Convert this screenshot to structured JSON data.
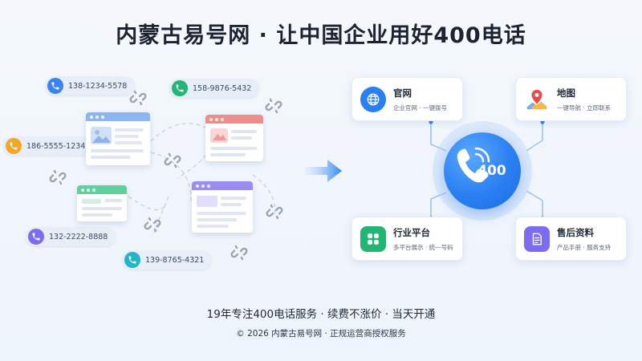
{
  "title": "内蒙古易号网 · 让中国企业用好400电话",
  "phones": [
    {
      "number": "138-1234-5578",
      "color": "#3b82f6"
    },
    {
      "number": "158-9876-5432",
      "color": "#22b573"
    },
    {
      "number": "186-5555-1234",
      "color": "#f5a623"
    },
    {
      "number": "132-2222-8888",
      "color": "#7c6cf2"
    },
    {
      "number": "139-8765-4321",
      "color": "#22b5c9"
    }
  ],
  "hub": {
    "label": "400",
    "color": "#2a7ff2"
  },
  "features": [
    {
      "name": "官网",
      "desc": "企业官网 · 一键拨号",
      "icon": "globe-icon",
      "color": "#2a7ff2"
    },
    {
      "name": "地图",
      "desc": "一键导航 · 立即联系",
      "icon": "map-pin-icon",
      "color": "#e94b4b"
    },
    {
      "name": "行业平台",
      "desc": "多平台展示 · 统一号码",
      "icon": "grid-icon",
      "color": "#22b573"
    },
    {
      "name": "售后资料",
      "desc": "产品手册 · 服务支持",
      "icon": "document-icon",
      "color": "#7c6cf2"
    }
  ],
  "footer": {
    "main": "19年专注400电话服务 · 续费不涨价 · 当天开通",
    "sub": "© 2026 内蒙古易号网 · 正规运营商授权服务"
  }
}
